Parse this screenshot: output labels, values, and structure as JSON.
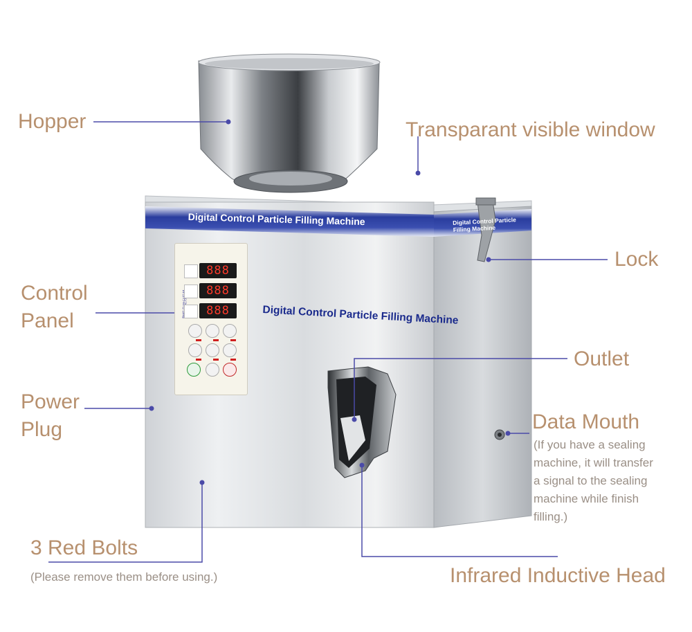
{
  "labels": {
    "hopper": "Hopper",
    "window": "Transparant visible window",
    "lock": "Lock",
    "control_1": "Control",
    "control_2": "Panel",
    "outlet": "Outlet",
    "power_1": "Power",
    "power_2": "Plug",
    "data_mouth": "Data Mouth",
    "data_note_1": "(If you have a sealing",
    "data_note_2": "machine, it will transfer",
    "data_note_3": "a signal to the sealing",
    "data_note_4": "machine while finish",
    "data_note_5": "filling.)",
    "bolts": "3 Red Bolts",
    "bolts_note": "(Please remove them before using.)",
    "infrared": "Infrared Inductive Head"
  },
  "machine": {
    "band_front": "Digital Control Particle Filling Machine",
    "band_side": "Digital Control Particle Filling Machine",
    "body_text": "Digital Control Particle Filling Machine",
    "panel_title": "颗粒自动分装机",
    "display_1": "888",
    "display_2": "888",
    "display_3": "888"
  },
  "colors": {
    "label_text": "#b7906e",
    "leader_line": "#4a4aa8",
    "band_blue": "#2a3d9e",
    "led_red": "#ff3a2a"
  }
}
